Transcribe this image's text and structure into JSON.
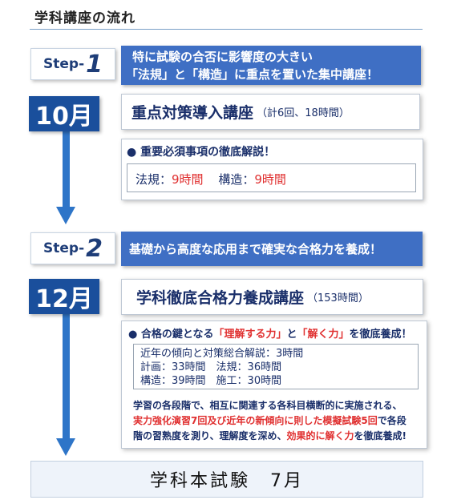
{
  "header": {
    "title": "学科講座の流れ"
  },
  "step1": {
    "step_word": "Step-",
    "step_num": "1",
    "banner_line1": "特に試験の合否に影響度の大きい",
    "banner_line2": "「法規」と「構造」に重点を置いた集中講座！",
    "month": "10月",
    "course_name": "重点対策導入講座",
    "course_sub": "（計6回、18時間）",
    "point_title": "● 重要必須事項の徹底解説！",
    "hours": {
      "label1": "法規：",
      "val1": "9時間",
      "label2": "構造：",
      "val2": "9時間"
    }
  },
  "step2": {
    "step_word": "Step-",
    "step_num": "2",
    "banner": "基礎から高度な応用まで確実な合格力を養成！",
    "month": "12月",
    "course_name": "学科徹底合格力養成講座",
    "course_sub": "（153時間）",
    "point": {
      "p1": "● 合格の鍵となる",
      "p2": "「理解する力」",
      "p3": "と",
      "p4": "「解く力」",
      "p5": "を徹底養成！"
    },
    "lines": [
      "近年の傾向と対策総合解説：3時間",
      "計画：33時間　法規：36時間",
      "構造：39時間　施工：30時間"
    ],
    "desc": {
      "a": "学習の各段階で、相互に関連する各科目横断的に実施される、",
      "b_red": "実力強化演習7回及び近年の",
      "b_red2": "新傾向に則した模擬試験5回",
      "b_rest": "で各段",
      "c1": "階の習熟度を測り、理解度を深め、",
      "c2_red": "効果的に解く力",
      "c3": "を徹底養成!"
    }
  },
  "final": {
    "label": "学科本試験　7月"
  },
  "colors": {
    "banner": "#3f6fc4",
    "month": "#1a4f9c",
    "accent_red": "#e03030",
    "arrow": "#2e75c8"
  }
}
